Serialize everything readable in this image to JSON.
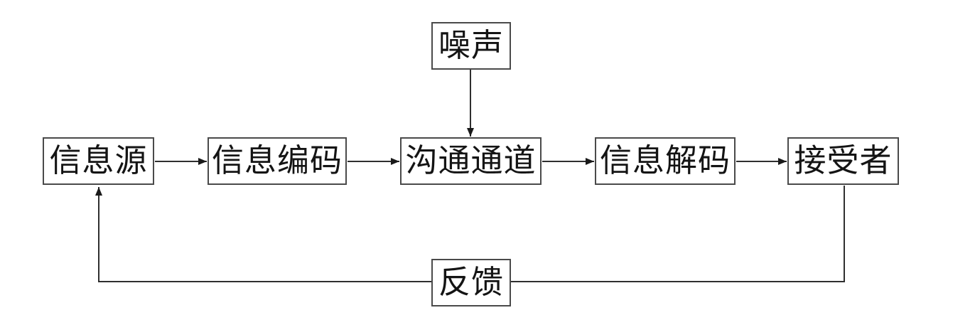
{
  "diagram": {
    "nodes": {
      "noise": {
        "label": "噪声"
      },
      "source": {
        "label": "信息源"
      },
      "encoder": {
        "label": "信息编码"
      },
      "channel": {
        "label": "沟通通道"
      },
      "decoder": {
        "label": "信息解码"
      },
      "receiver": {
        "label": "接受者"
      },
      "feedback": {
        "label": "反馈"
      }
    },
    "edges": [
      {
        "from": "source",
        "to": "encoder",
        "type": "arrow"
      },
      {
        "from": "encoder",
        "to": "channel",
        "type": "arrow"
      },
      {
        "from": "channel",
        "to": "decoder",
        "type": "arrow"
      },
      {
        "from": "decoder",
        "to": "receiver",
        "type": "arrow"
      },
      {
        "from": "noise",
        "to": "channel",
        "type": "arrow"
      },
      {
        "from": "receiver",
        "to": "source",
        "type": "arrow",
        "via": "feedback"
      }
    ],
    "colors": {
      "background": "#ffffff",
      "box_border": "#4a4a4a",
      "line": "#2f2f2f",
      "text": "#141414"
    }
  }
}
